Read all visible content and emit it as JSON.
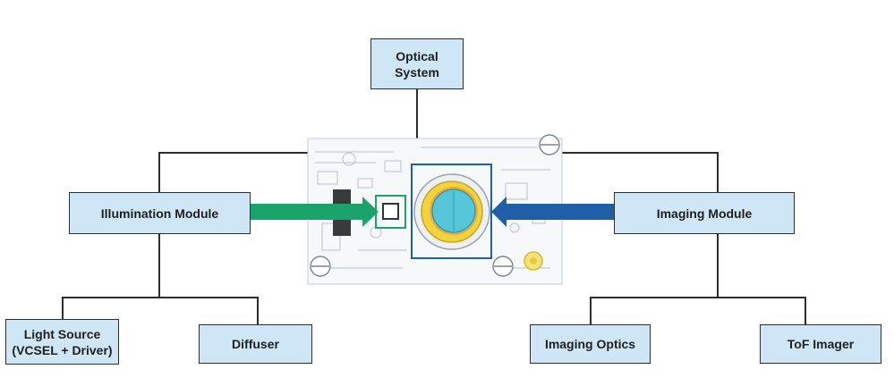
{
  "diagram": {
    "root": {
      "label": "Optical\nSystem"
    },
    "illumination_module": {
      "label": "Illumination Module"
    },
    "imaging_module": {
      "label": "Imaging Module"
    },
    "light_source": {
      "label": "Light Source\n(VCSEL + Driver)"
    },
    "diffuser": {
      "label": "Diffuser"
    },
    "imaging_optics": {
      "label": "Imaging Optics"
    },
    "tof_imager": {
      "label": "ToF Imager"
    }
  },
  "colors": {
    "box_fill": "#cfe6f6",
    "box_border": "#2e2e2e",
    "connector": "#2e2e2e",
    "illumination_arrow": "#1aa36b",
    "imaging_arrow": "#1f5fa8",
    "illumination_highlight": "#1aa36b",
    "imaging_highlight": "#1f5fa8",
    "pcb_line": "#b8c2cc",
    "lens_yellow": "#f2d33b",
    "lens_cyan": "#56c6d8"
  },
  "icons": {
    "board": "tof-camera-board-photo",
    "illumination_arrow": "green-arrow-right",
    "imaging_arrow": "blue-arrow-left"
  }
}
